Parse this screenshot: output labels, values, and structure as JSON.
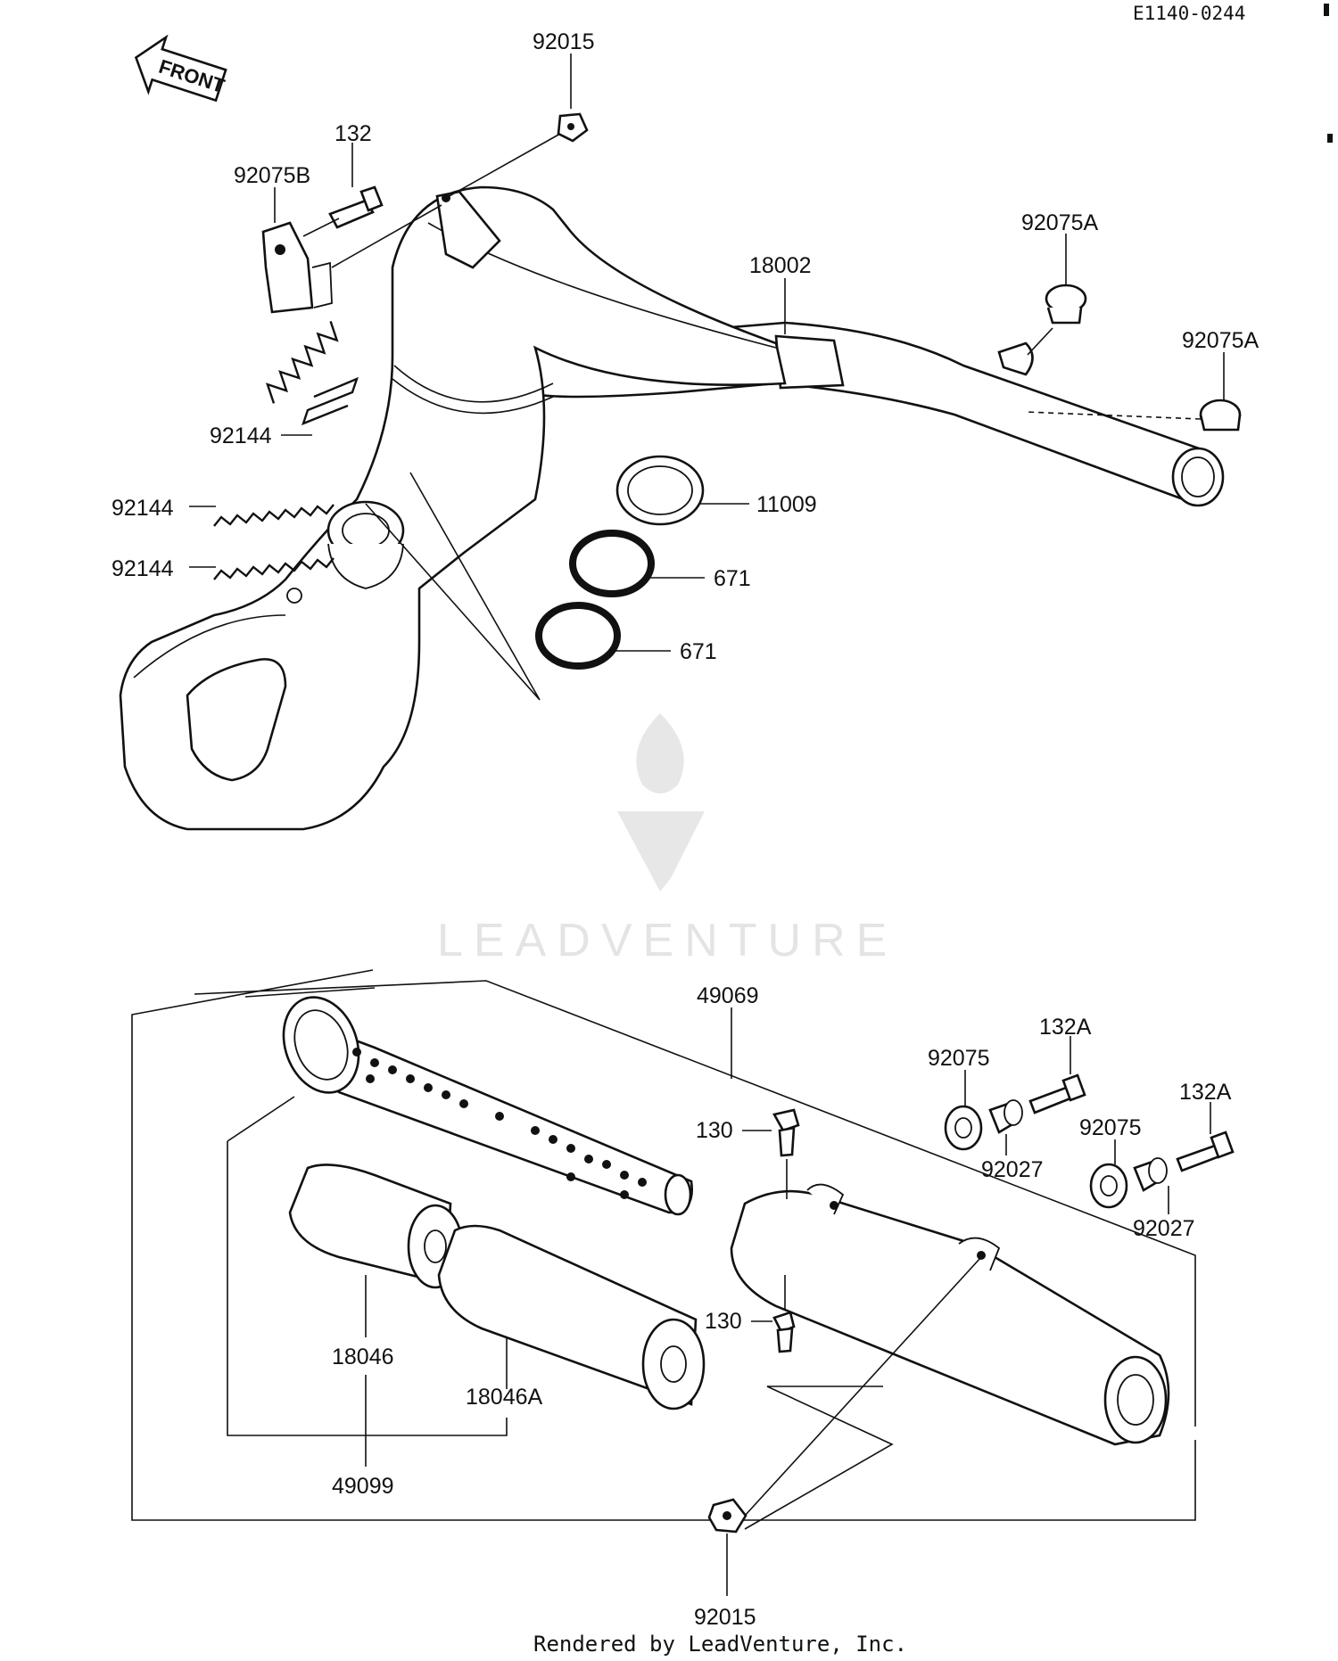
{
  "diagram_code": "E1140-0244",
  "front_label": "FRONT",
  "watermark": "LEADVENTURE",
  "footer": "Rendered by LeadVenture, Inc.",
  "callouts": {
    "n92015_top": "92015",
    "n132": "132",
    "n92075B": "92075B",
    "n18002": "18002",
    "n92075A_1": "92075A",
    "n92075A_2": "92075A",
    "n92144_1": "92144",
    "n92144_2": "92144",
    "n92144_3": "92144",
    "n11009": "11009",
    "n671_1": "671",
    "n671_2": "671",
    "n49069": "49069",
    "n132A_1": "132A",
    "n132A_2": "132A",
    "n92075_1": "92075",
    "n92075_2": "92075",
    "n92027_1": "92027",
    "n92027_2": "92027",
    "n130_1": "130",
    "n130_2": "130",
    "n18046": "18046",
    "n18046A": "18046A",
    "n49099": "49099",
    "n92015_bottom": "92015"
  }
}
